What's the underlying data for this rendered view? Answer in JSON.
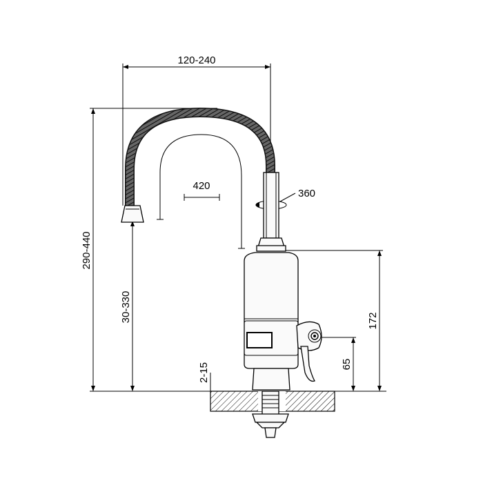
{
  "dimensions": {
    "spout_reach": "120-240",
    "total_height": "290-440",
    "spout_height": "30-330",
    "swivel_angle": "360",
    "arc_length": "420",
    "body_height": "172",
    "handle_height": "65",
    "mount_thickness": "2-15"
  }
}
